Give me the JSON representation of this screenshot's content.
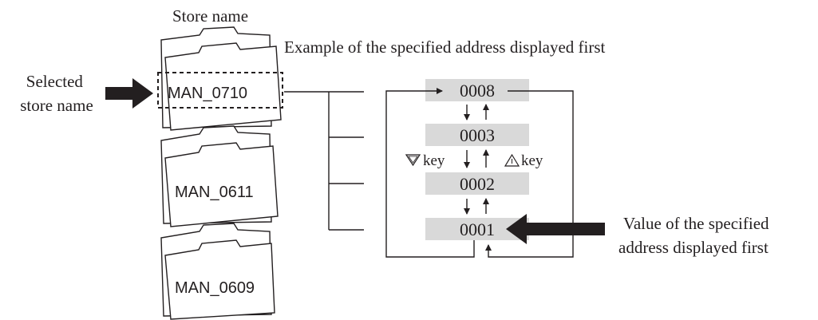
{
  "labels": {
    "store_name": "Store name",
    "example_caption": "Example of the specified address displayed first",
    "selected_line1": "Selected",
    "selected_line2": "store name",
    "down_key": "key",
    "up_key": "key",
    "value_line1": "Value of the specified",
    "value_line2": "address displayed first"
  },
  "folders": [
    {
      "name": "MAN_0710",
      "selected": true
    },
    {
      "name": "MAN_0611",
      "selected": false
    },
    {
      "name": "MAN_0609",
      "selected": false
    }
  ],
  "addresses": [
    "0008",
    "0003",
    "0002",
    "0001"
  ],
  "colors": {
    "address_box": "#d9d9d9",
    "line": "#231f20",
    "text": "#231f20"
  },
  "icons": {
    "down_key": "down-triangle-key-icon",
    "up_key": "up-triangle-warning-key-icon"
  }
}
